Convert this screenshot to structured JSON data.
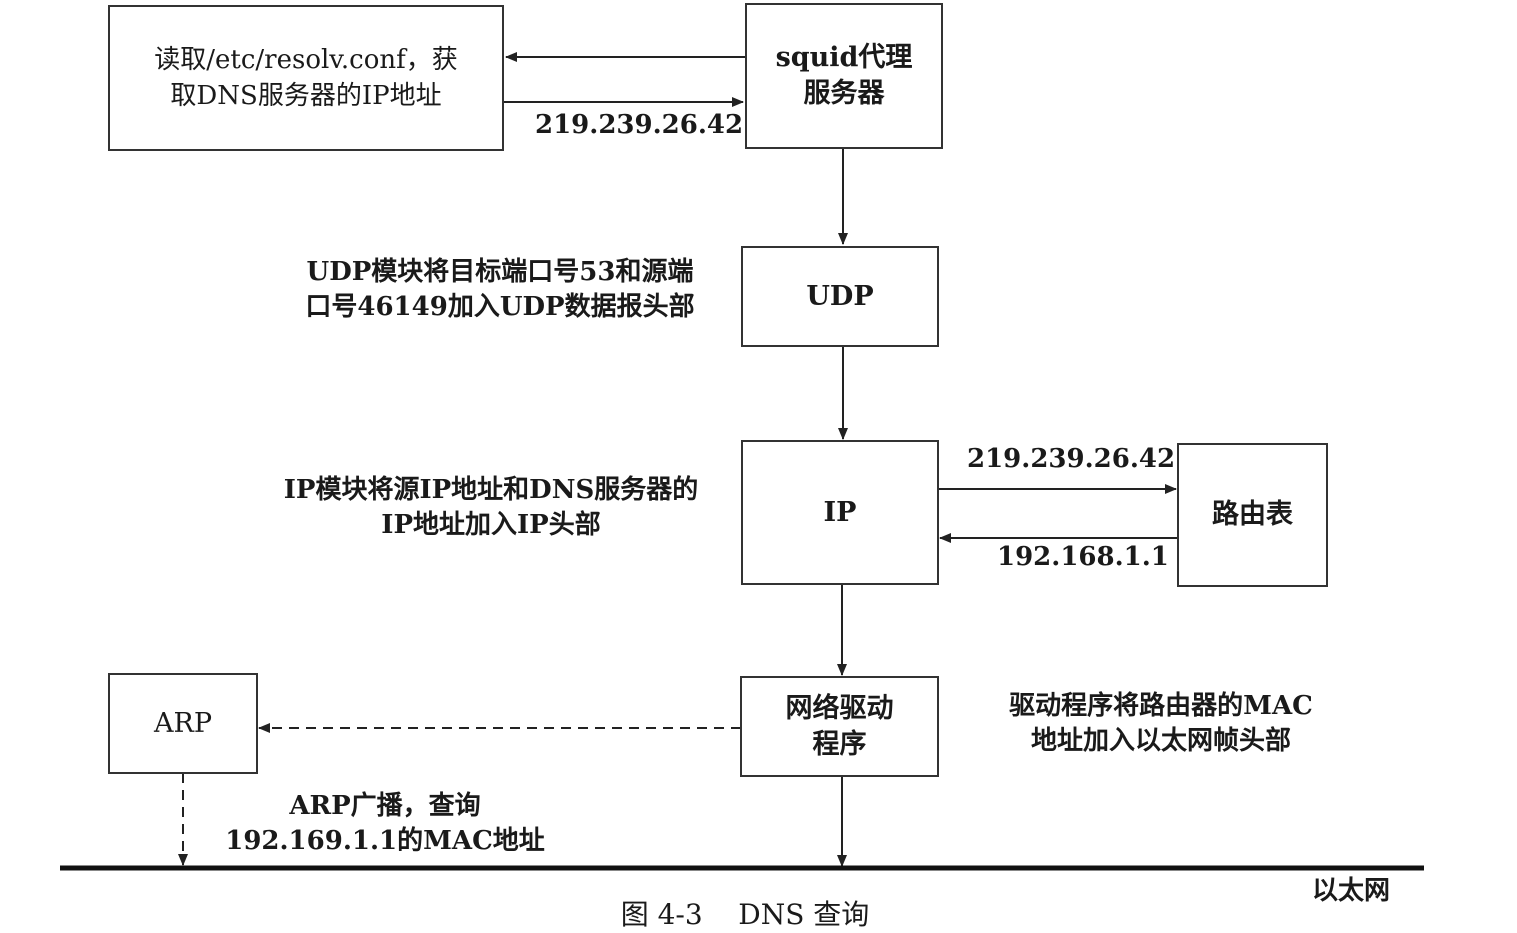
{
  "boxes": {
    "resolv": "读取/etc/resolv.conf，获\n取DNS服务器的IP地址",
    "squid": "squid代理\n服务器",
    "udp": "UDP",
    "ip": "IP",
    "route": "路由表",
    "driver": "网络驱动\n程序",
    "arp": "ARP"
  },
  "labels": {
    "dns_ip_top": "219.239.26.42",
    "udp_desc": "UDP模块将目标端口号53和源端\n口号46149加入UDP数据报头部",
    "ip_desc": "IP模块将源IP地址和DNS服务器的\nIP地址加入IP头部",
    "dns_ip_route": "219.239.26.42",
    "gateway_ip": "192.168.1.1",
    "driver_desc": "驱动程序将路由器的MAC\n地址加入以太网帧头部",
    "arp_desc": "ARP广播，查询\n192.169.1.1的MAC地址",
    "ethernet": "以太网",
    "caption": "图 4-3    DNS 查询"
  }
}
